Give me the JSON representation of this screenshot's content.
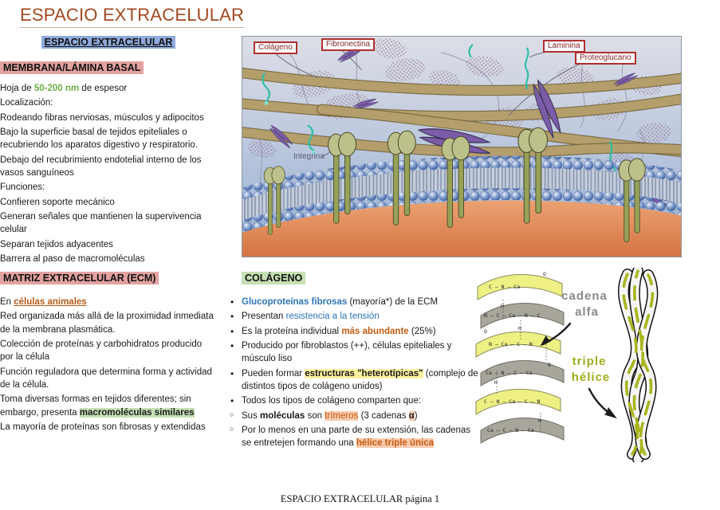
{
  "page": {
    "title": "ESPACIO EXTRACELULAR",
    "subtitle": "ESPACIO EXTRACELULAR",
    "footer": "ESPACIO EXTRACELULAR página 1"
  },
  "membrana": {
    "heading": "MEMBRANA/LÁMINA BASAL",
    "b1_pre": "Hoja de ",
    "b1_hl": "50-200 nm",
    "b1_post": " de espesor",
    "b2": "Localización:",
    "b2_s1": "Rodeando fibras nerviosas, músculos y adipocitos",
    "b2_s2": "Bajo la superficie basal de tejidos epiteliales o recubriendo los aparatos digestivo y respiratorio.",
    "b2_s3": "Debajo del recubrimiento endotelial interno de los vasos sanguíneos",
    "b3": "Funciones:",
    "b3_s1": "Confieren soporte mecánico",
    "b3_s2": "Generan señales que mantienen la supervivencia celular",
    "b3_s3": "Separan tejidos adyacentes",
    "b3_s4": "Barrera al paso de macromoléculas"
  },
  "matriz": {
    "heading": "MATRIZ EXTRACELULAR (ECM)",
    "b1_pre": "En ",
    "b1_link": "células animales",
    "b2": "Red organizada más allá de la proximidad inmediata de la membrana plasmática.",
    "b3": "Colección de proteínas y carbohidratos producido por la célula",
    "b4": "Función reguladora que determina forma y actividad de la célula.",
    "b5_pre": "Toma diversas formas en tejidos diferentes; sin embargo, presenta ",
    "b5_hl": "macromoléculas similares",
    "b5_s1": "La mayoría de proteínas son fibrosas y extendidas"
  },
  "colageno": {
    "heading": "COLÁGENO",
    "b1_blue": "Glucoproteínas fibrosas",
    "b1_post": " (mayoría*) de la ECM",
    "b2_pre": "Presentan ",
    "b2_blue": "resistencia a la tensión",
    "b3_pre": "Es la proteína individual ",
    "b3_orange": "más abundante",
    "b3_post": " (25%)",
    "b4": "Producido por fibroblastos (++), células epiteliales y músculo liso",
    "b5_pre": "Pueden formar ",
    "b5_hl": "estructuras \"heterotípicas\"",
    "b5_post": " (complejo de distintos tipos de colágeno unidos)",
    "b6": "Todos los tipos de colágeno comparten que:",
    "b6_s1_pre": "Sus ",
    "b6_s1_bold": "moléculas",
    "b6_s1_mid": " son ",
    "b6_s1_hl": "trímeros",
    "b6_s1_mid2": " (3 cadenas ",
    "b6_s1_alpha": "α",
    "b6_s1_end": ")",
    "b6_s2_pre": "Por lo menos en una parte de su extensión, las cadenas se entretejen formando una ",
    "b6_s2_hl": "hélice triple única"
  },
  "ecm_figure": {
    "label_colageno": "Colágeno",
    "label_fibronectina": "Fibronectina",
    "label_laminina": "Laminina",
    "label_proteoglucano": "Proteoglucano",
    "label_integrina": "Integrina"
  },
  "helix_figure": {
    "cadena": "cadena",
    "alfa": "alfa",
    "triple": "triple",
    "helice": "hélice",
    "o": "O",
    "h": "H",
    "chem": [
      "C — N — Ca",
      "N — C — Ca — N — C",
      "N — Ca — C — N",
      "Ca — N — C — Ca",
      "C — N — Ca — C — N",
      "Ca — C — N — Ca"
    ]
  }
}
